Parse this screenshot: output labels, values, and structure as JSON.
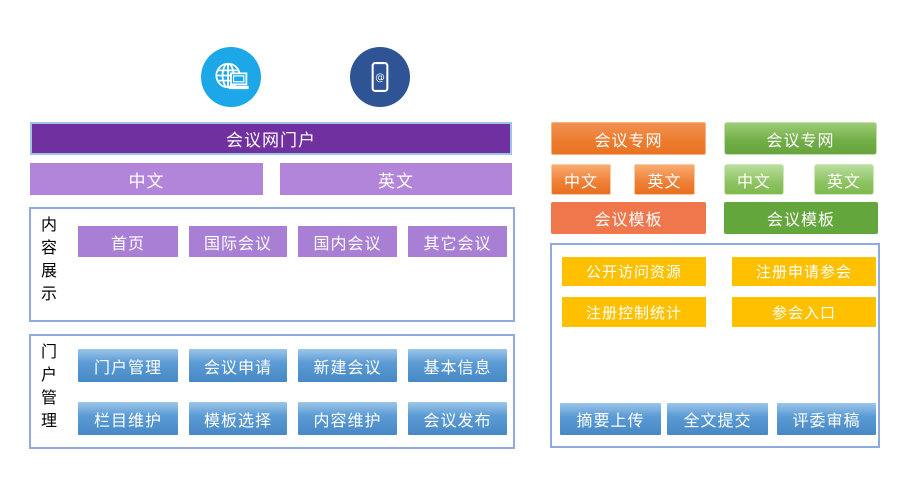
{
  "icons": {
    "web": "globe-laptop-icon",
    "mobile": "smartphone-at-icon"
  },
  "left_panel": {
    "portal_header": "会议网门户",
    "lang_zh": "中文",
    "lang_en": "英文",
    "content_section": {
      "label": "内容展示",
      "items": [
        "首页",
        "国际会议",
        "国内会议",
        "其它会议"
      ]
    },
    "manage_section": {
      "label": "门户管理",
      "row1": [
        "门户管理",
        "会议申请",
        "新建会议",
        "基本信息"
      ],
      "row2": [
        "栏目维护",
        "模板选择",
        "内容维护",
        "会议发布"
      ]
    }
  },
  "right_panel": {
    "orange_column": {
      "header": "会议专网",
      "lang_zh": "中文",
      "lang_en": "英文",
      "template": "会议模板"
    },
    "green_column": {
      "header": "会议专网",
      "lang_zh": "中文",
      "lang_en": "英文",
      "template": "会议模板"
    },
    "attendee_section": {
      "yellow_items": [
        "公开访问资源",
        "注册申请参会",
        "注册控制统计",
        "参会入口"
      ],
      "blue_items": [
        "摘要上传",
        "全文提交",
        "评委审稿"
      ]
    }
  },
  "colors": {
    "purple_dark": "#7030A0",
    "purple_bar": "#B285DB",
    "purple_button": "#A97FD5",
    "blue_button": "#5B9BD5",
    "orange": "#ED7D31",
    "orange_template": "#F0764C",
    "green": "#6FAE44",
    "green_template": "#63A63C",
    "yellow": "#FFC000",
    "box_border": "#8FAADC",
    "icon_web_bg": "#1BA7E8",
    "icon_mobile_bg": "#2E5496"
  }
}
